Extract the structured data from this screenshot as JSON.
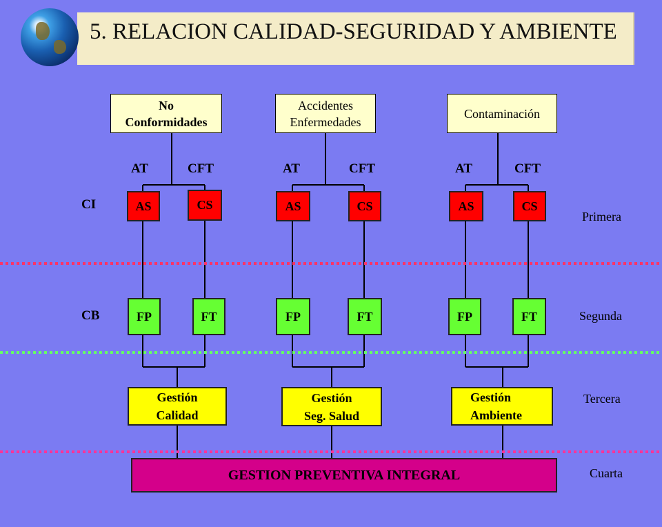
{
  "title": "5. RELACION CALIDAD-SEGURIDAD Y AMBIENTE",
  "columns": [
    {
      "top": [
        "No",
        "Conformidades"
      ],
      "top_bold": true,
      "left_label": "AT",
      "right_label": "CFT",
      "red_left": "AS",
      "red_right": "CS",
      "green_left": "FP",
      "green_right": "FT",
      "gestion": [
        "Gestión",
        "Calidad"
      ]
    },
    {
      "top": [
        "Accidentes",
        "Enfermedades"
      ],
      "top_bold": false,
      "left_label": "AT",
      "right_label": "CFT",
      "red_left": "AS",
      "red_right": "CS",
      "green_left": "FP",
      "green_right": "FT",
      "gestion": [
        "Gestión",
        "Seg. Salud"
      ]
    },
    {
      "top": [
        "Contaminación"
      ],
      "top_bold": false,
      "left_label": "AT",
      "right_label": "CFT",
      "red_left": "AS",
      "red_right": "CS",
      "green_left": "FP",
      "green_right": "FT",
      "gestion": [
        "Gestión",
        "Ambiente"
      ]
    }
  ],
  "row_labels": {
    "ci": "CI",
    "cb": "CB"
  },
  "levels": {
    "primera": "Primera",
    "segunda": "Segunda",
    "tercera": "Tercera",
    "cuarta": "Cuarta"
  },
  "bottom": "GESTION PREVENTIVA INTEGRAL",
  "colors": {
    "background": "#7b7bf2",
    "red": "#ff0000",
    "green": "#66ff33",
    "yellow": "#ffff00",
    "magenta": "#d4008a",
    "dotted_red": "#ff3366",
    "dotted_green": "#66ff66",
    "dotted_pink": "#ff3399"
  }
}
